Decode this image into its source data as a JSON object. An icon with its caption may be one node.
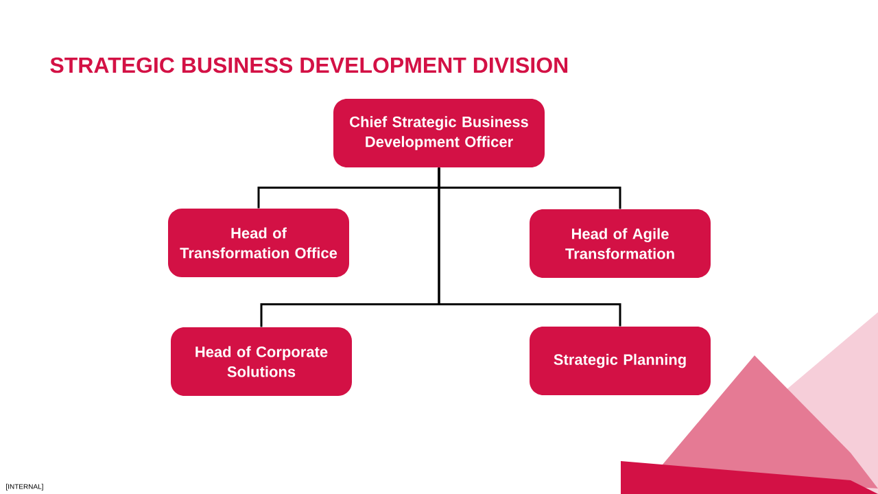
{
  "diagram": {
    "title": "STRATEGIC BUSINESS DEVELOPMENT DIVISION",
    "nodes": [
      {
        "text": [
          "Chief Strategic Business Development Officer"
        ]
      },
      {
        "text": [
          "Head of Transformation Office"
        ]
      },
      {
        "text": [
          "Head of Agile Transformation"
        ]
      },
      {
        "text": [
          "Head of Corporate Solutions"
        ]
      },
      {
        "text": [
          "Strategic Planning"
        ]
      }
    ],
    "edges": [
      {
        "from": 0,
        "to": 1,
        "arrow": "none"
      },
      {
        "from": 0,
        "to": 2,
        "arrow": "none"
      },
      {
        "from": 0,
        "to": 3,
        "arrow": "none"
      },
      {
        "from": 0,
        "to": 4,
        "arrow": "none"
      }
    ],
    "labels": [
      "[INTERNAL]"
    ]
  }
}
